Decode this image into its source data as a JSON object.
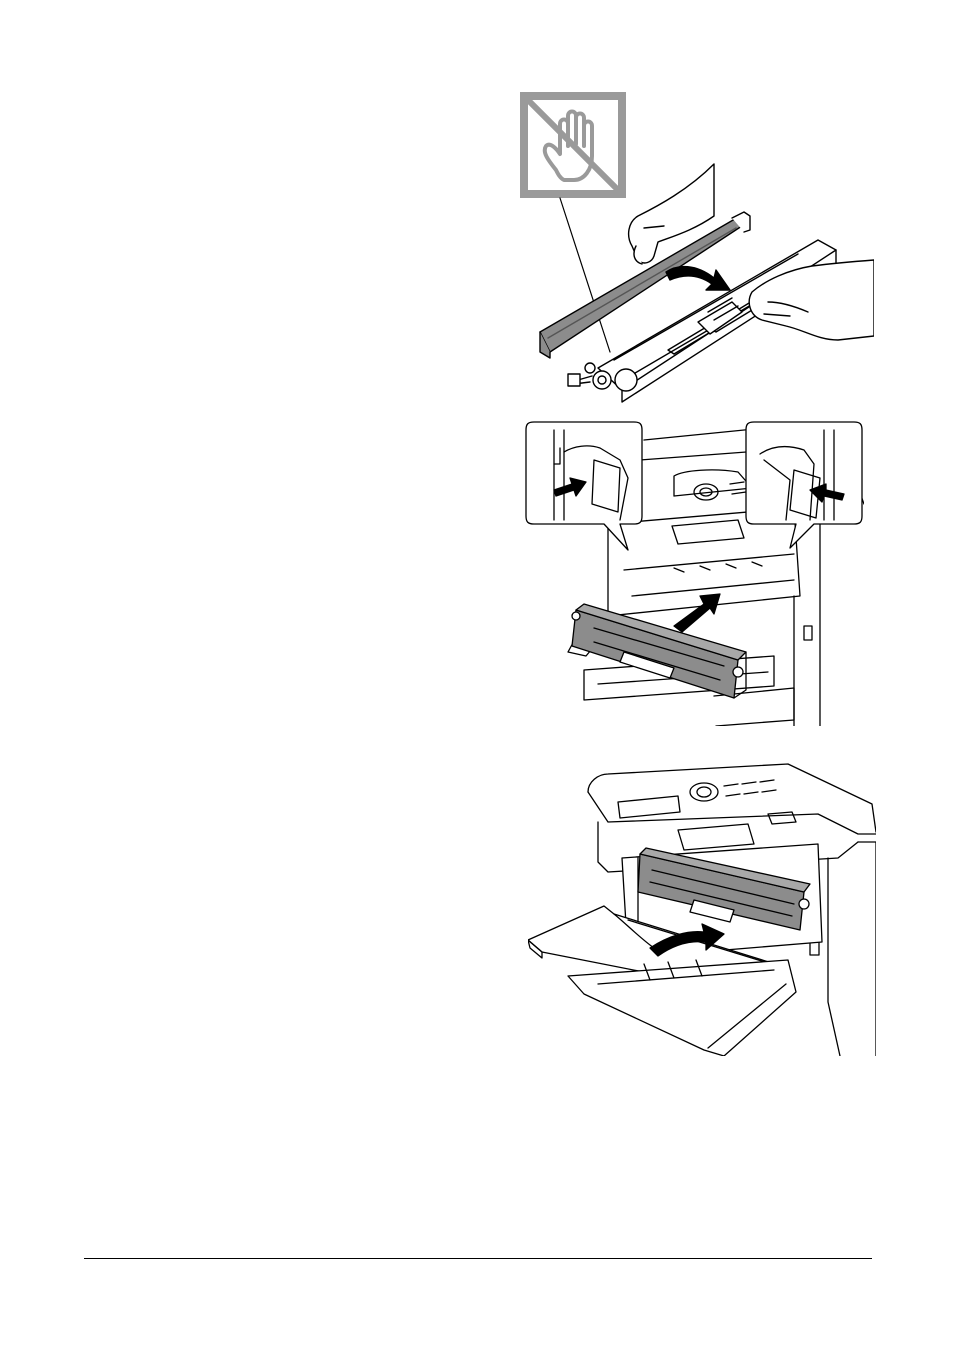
{
  "page": {
    "background": "#ffffff",
    "line_color": "#000000",
    "toner_fill": "#8c8c8c",
    "symbol_gray": "#9a9a9a"
  },
  "figures": [
    {
      "id": "remove-protective-cover",
      "icons": [
        "do-not-touch-icon",
        "hand-icon",
        "curved-arrow-icon"
      ]
    },
    {
      "id": "insert-toner-cartridge",
      "icons": [
        "arrow-icon",
        "arrow-icon",
        "arrow-icon"
      ]
    },
    {
      "id": "close-front-cover",
      "icons": [
        "curved-arrow-icon"
      ]
    }
  ]
}
